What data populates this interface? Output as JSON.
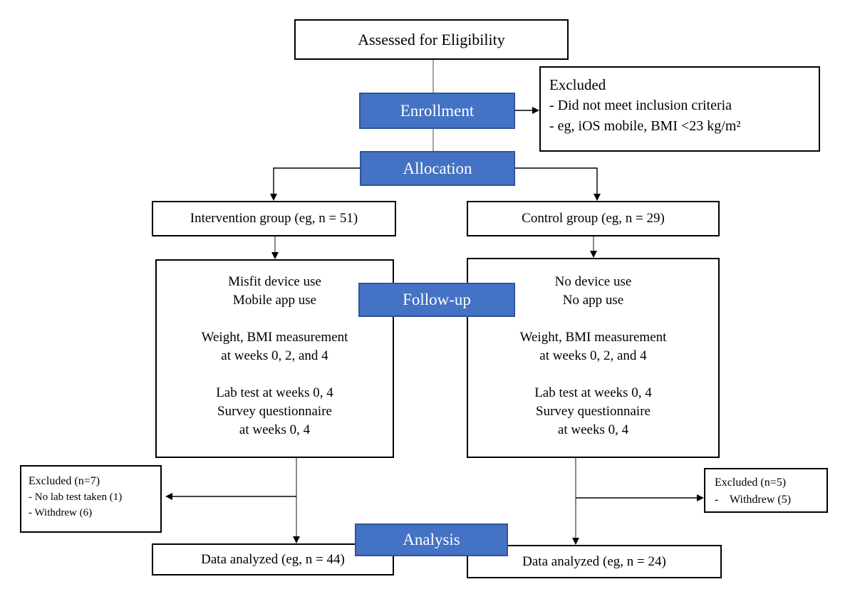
{
  "colors": {
    "stage_fill": "#4472C4",
    "stage_border": "#2F5597",
    "box_border": "#000000",
    "connector_gray": "#808080",
    "connector_black": "#000000"
  },
  "assessed_box": {
    "label": "Assessed for Eligibility"
  },
  "stages": {
    "enrollment": "Enrollment",
    "allocation": "Allocation",
    "followup": "Follow-up",
    "analysis": "Analysis"
  },
  "excluded_top": {
    "title": "Excluded",
    "items": [
      "- Did not meet inclusion criteria",
      "- eg, iOS mobile, BMI <23 kg/m²"
    ]
  },
  "groups": {
    "intervention": "Intervention group (eg, n = 51)",
    "control": "Control group (eg, n = 29)"
  },
  "followup_left": {
    "lines": [
      "Misfit device use",
      "Mobile app use",
      "",
      "Weight, BMI measurement",
      "at weeks 0, 2, and 4",
      "",
      "Lab test at weeks 0, 4",
      "Survey questionnaire",
      "at weeks 0, 4"
    ]
  },
  "followup_right": {
    "lines": [
      "No device use",
      "No app use",
      "",
      "Weight, BMI measurement",
      "at weeks 0, 2, and 4",
      "",
      "Lab test at weeks 0, 4",
      "Survey questionnaire",
      "at weeks 0, 4"
    ]
  },
  "excluded_left": {
    "title": "Excluded (n=7)",
    "items": [
      "- No lab test taken (1)",
      "- Withdrew (6)"
    ]
  },
  "excluded_right": {
    "title": "Excluded (n=5)",
    "items": [
      "-    Withdrew (5)"
    ]
  },
  "analysis_boxes": {
    "intervention": "Data analyzed (eg, n = 44)",
    "control": "Data analyzed (eg, n = 24)"
  }
}
